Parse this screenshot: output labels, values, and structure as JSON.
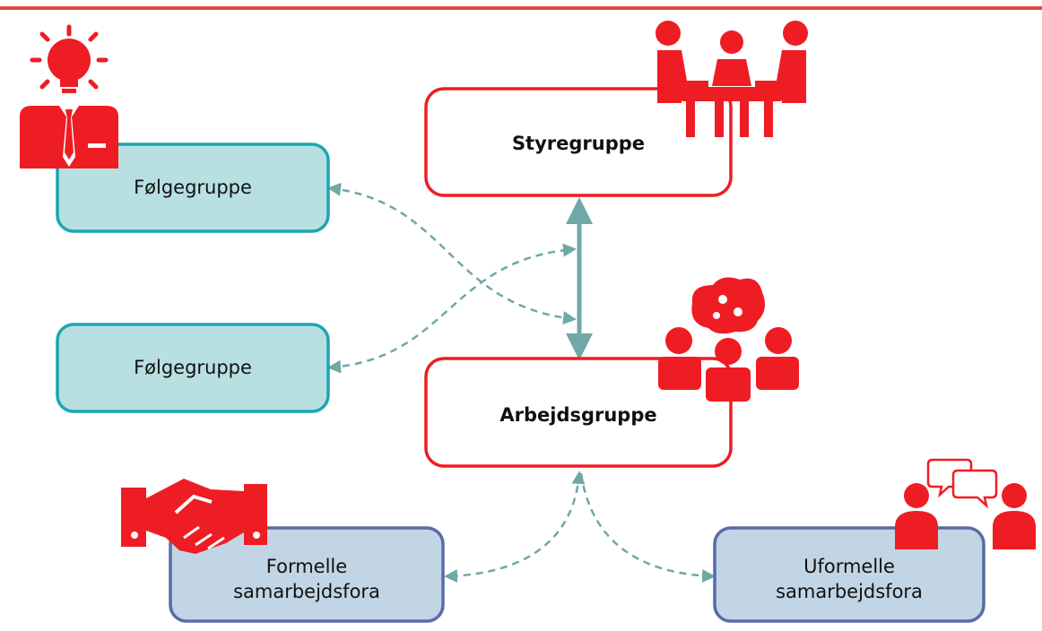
{
  "nodes": {
    "styregruppe": "Styregruppe",
    "arbejdsgruppe": "Arbejdsgruppe",
    "folgegruppe_top": "Følgegruppe",
    "folgegruppe_bottom": "Følgegruppe",
    "formelle": "Formelle\nsamarbejdsfora",
    "uformelle": "Uformelle\nsamarbejdsfora"
  },
  "icons": {
    "styregruppe": "meeting-table-icon",
    "arbejdsgruppe": "team-brainstorm-icon",
    "folgegruppe": "idea-businessman-icon",
    "formelle": "handshake-icon",
    "uformelle": "conversation-icon"
  },
  "colors": {
    "accent_red": "#ee1d23",
    "teal_border": "#1aa7b3",
    "teal_fill": "#b8dfe2",
    "blue_border": "#5a6ba8",
    "blue_fill": "#c1d5e4",
    "connector": "#6fa8a6"
  }
}
